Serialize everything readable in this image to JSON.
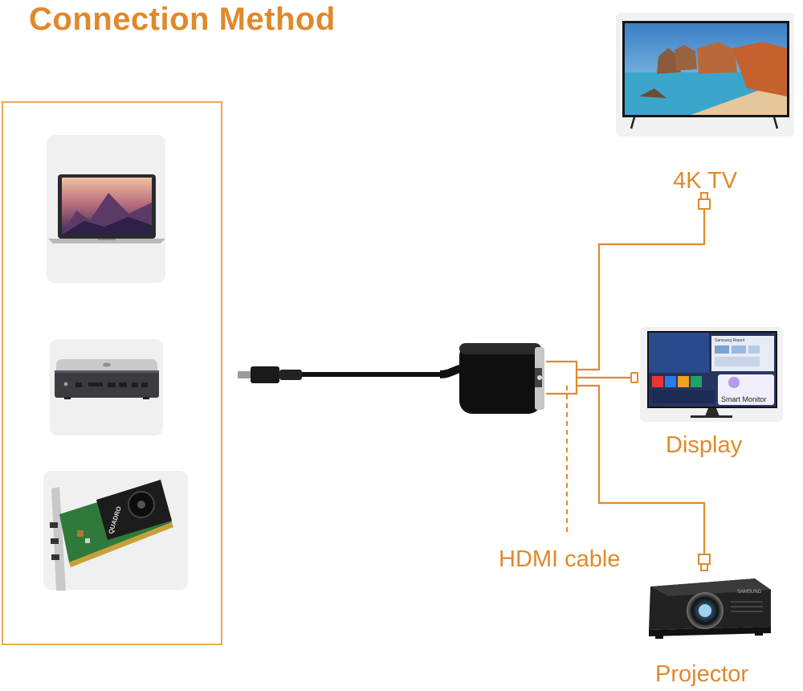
{
  "title": "Connection Method",
  "labels": {
    "tv": "4K TV",
    "display": "Display",
    "hdmi_cable": "HDMI cable",
    "projector": "Projector"
  },
  "display_screen": {
    "header_text": "Samsung Report",
    "brand_text": "Smart Monitor"
  },
  "projector_brand": "SAMSUNG",
  "gpu_brand": "QUADRO",
  "colors": {
    "accent": "#e0892b",
    "border": "#e8a85a",
    "cable": "#111111"
  }
}
